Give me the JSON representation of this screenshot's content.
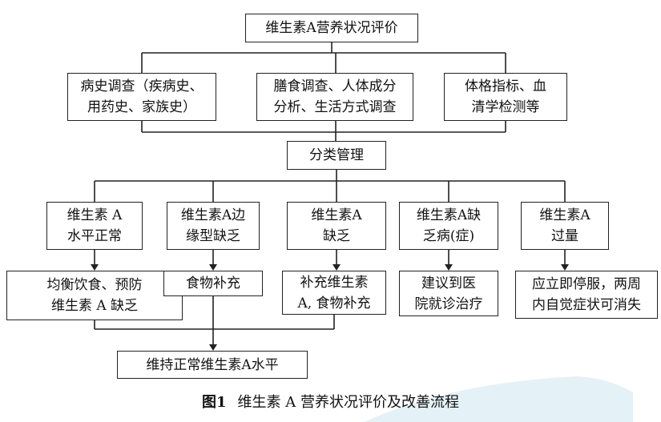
{
  "nodes": {
    "top": "维生素A营养状况评价",
    "history": "病史调查（疾病史、\n用药史、家族史）",
    "diet": "膳食调查、人体成分\n分析、生活方式调查",
    "physical": "体格指标、血\n清学检测等",
    "classify": "分类管理",
    "normal": "维生素 A\n水平正常",
    "marginal": "维生素A边\n缘型缺乏",
    "deficient": "维生素A\n缺乏",
    "disease": "维生素A缺\n乏病(症)",
    "excess": "维生素A\n过量",
    "balanced": "均衡饮食、预防\n维生素 A 缺乏",
    "food": "食物补充",
    "supplement": "补充维生素\nA, 食物补充",
    "hospital": "建议到医\n院就诊治疗",
    "stop": "应立即停服，两周\n内自觉症状可消失",
    "maintain": "维持正常维生素A水平"
  },
  "caption": {
    "figure_number": "图1",
    "title": "维生素 A 营养状况评价及改善流程"
  },
  "colors": {
    "line": "#222222",
    "watermark": "#d8ecf4"
  }
}
